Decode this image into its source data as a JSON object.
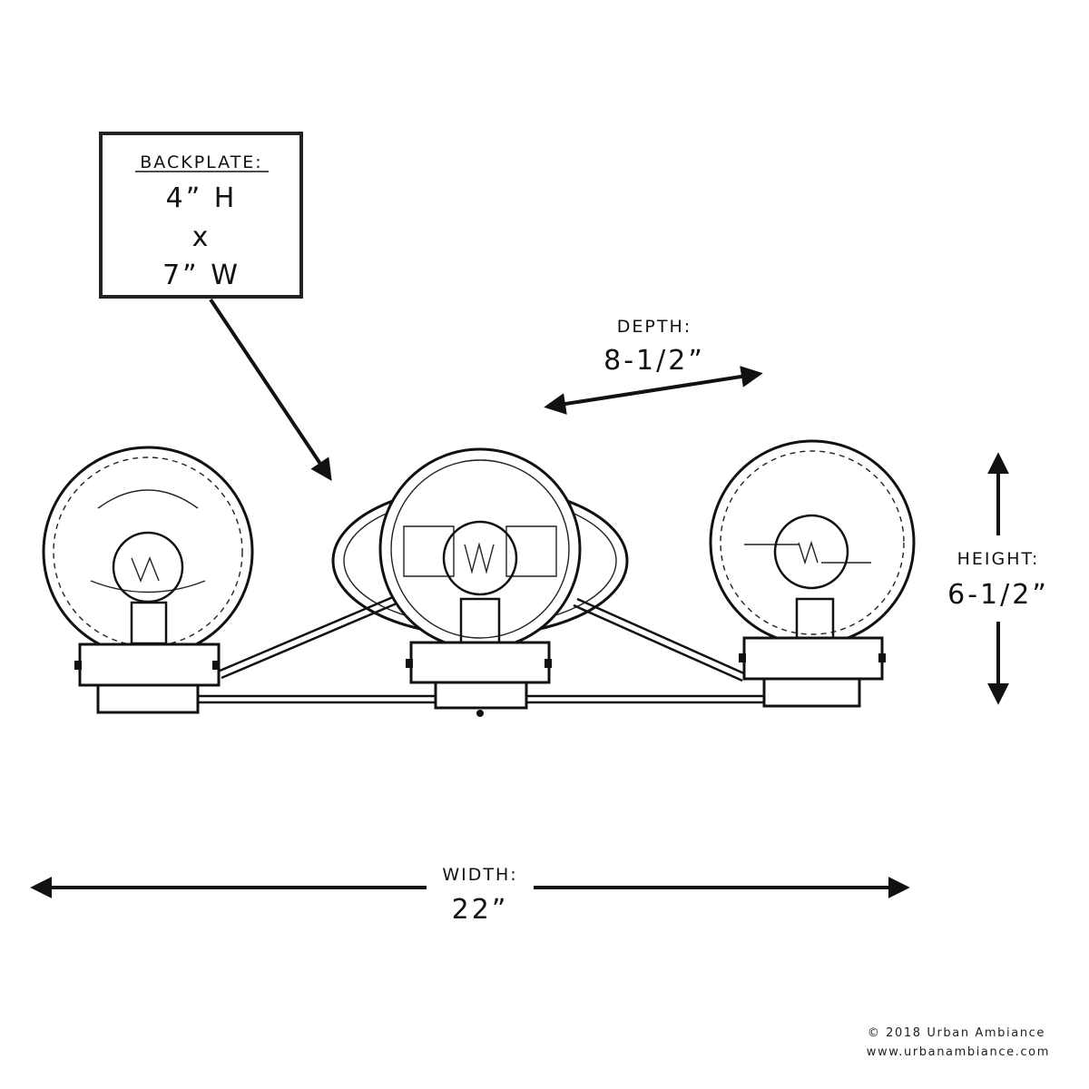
{
  "backplate": {
    "label": "BACKPLATE:",
    "height": "4” H",
    "separator": "x",
    "width": "7” W"
  },
  "depth": {
    "label": "DEPTH:",
    "value": "8-1/2”"
  },
  "height": {
    "label": "HEIGHT:",
    "value": "6-1/2”"
  },
  "width": {
    "label": "WIDTH:",
    "value": "22”"
  },
  "footer": {
    "copyright": "© 2018 Urban Ambiance",
    "website": "www.urbanambiance.com"
  }
}
